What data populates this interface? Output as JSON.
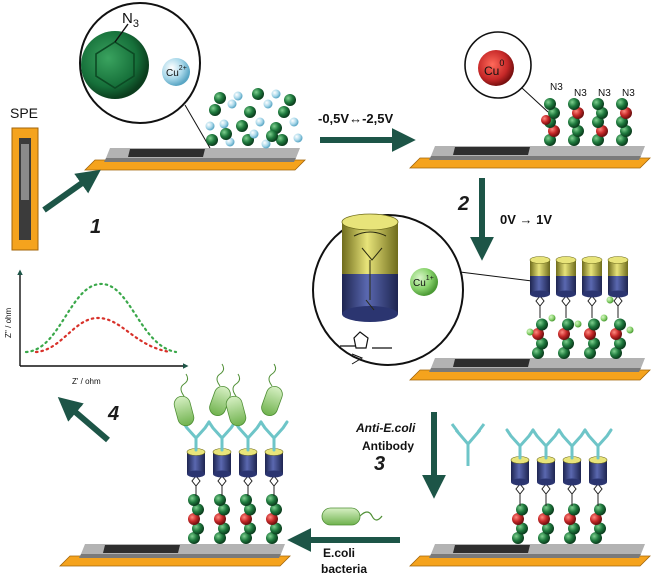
{
  "labels": {
    "spe": "SPE",
    "azide_top": "N",
    "azide_sub": "3",
    "azide_chain": "N3",
    "cu_ion_top": "Cu",
    "cu_ion_charge": "2+",
    "cu0": "Cu",
    "cu0_charge": "0",
    "cu1": "Cu",
    "cu1_charge": "1+",
    "step1": "1",
    "step2": "2",
    "step3": "3",
    "step4": "4",
    "voltage_1": "-0,5V↔-2,5V",
    "voltage_2": "0V → 1V",
    "reagent_anti": "Anti-E.coli",
    "reagent_antibody": "Antibody",
    "bacteria_line1": "E.coli",
    "bacteria_line2": "bacteria",
    "eis_y": "Z'' / ohm",
    "eis_x": "Z' / ohm"
  },
  "colors": {
    "arrow": "#1d5547",
    "electrode_base": "#f5a31d",
    "electrode_gray": "#a8a8a8",
    "electrode_dark": "#2e2e2e",
    "bead_green": "#1f7a3e",
    "bead_red": "#c62828",
    "cu_ion_blue": "#a9d8ea",
    "cu1_green": "#8bd46f",
    "cylinder_yellow": "#d8d44a",
    "cylinder_blue": "#3d4a8a",
    "antibody": "#6ec5c8",
    "bacteria": "#9fd27a",
    "curve_red": "#d8312a",
    "curve_green": "#3aa84a"
  }
}
